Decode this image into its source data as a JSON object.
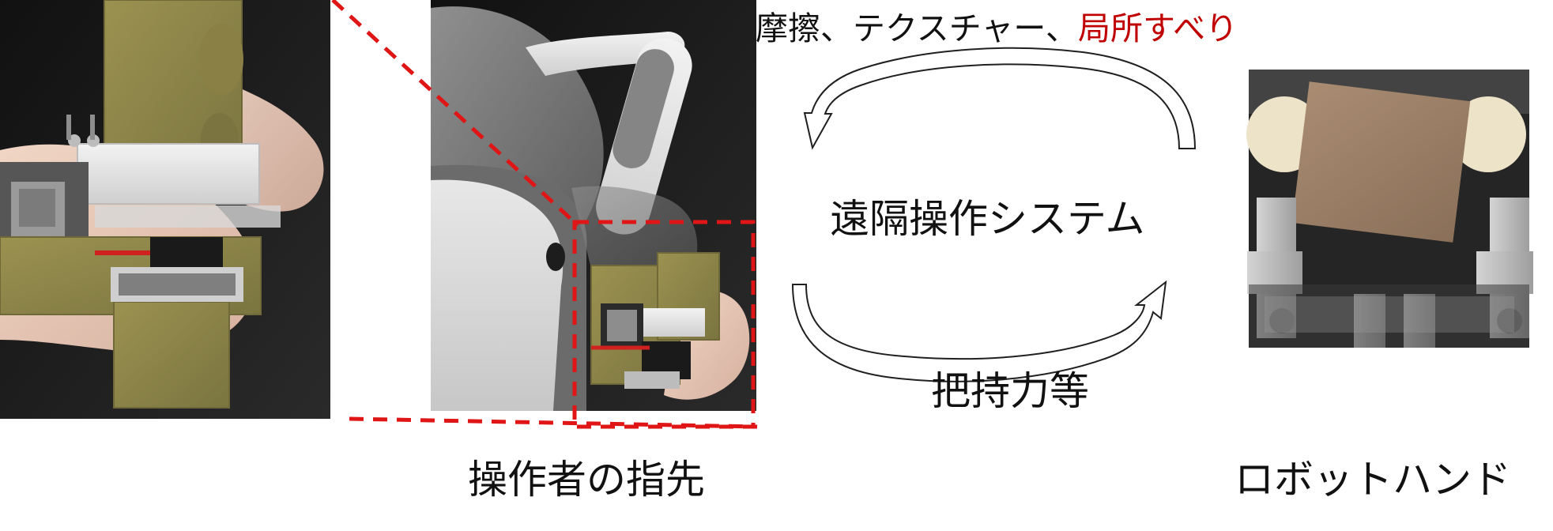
{
  "labels": {
    "top_prefix": "摩擦、テクスチャー、",
    "top_highlight": "局所すべり",
    "system": "遠隔操作システム",
    "grip_force": "把持力等",
    "operator": "操作者の指先",
    "robot": "ロボットハンド"
  },
  "colors": {
    "highlight_red": "#c00000",
    "dashed_red": "#e01515",
    "device_olive": "#8a8248",
    "background_dark": "#151515"
  },
  "images": {
    "left_photo": "fingertip-device-closeup",
    "middle_photo": "haptic-device-with-fingertip-attachment",
    "right_photo": "robot-hand-holding-wood-block"
  }
}
